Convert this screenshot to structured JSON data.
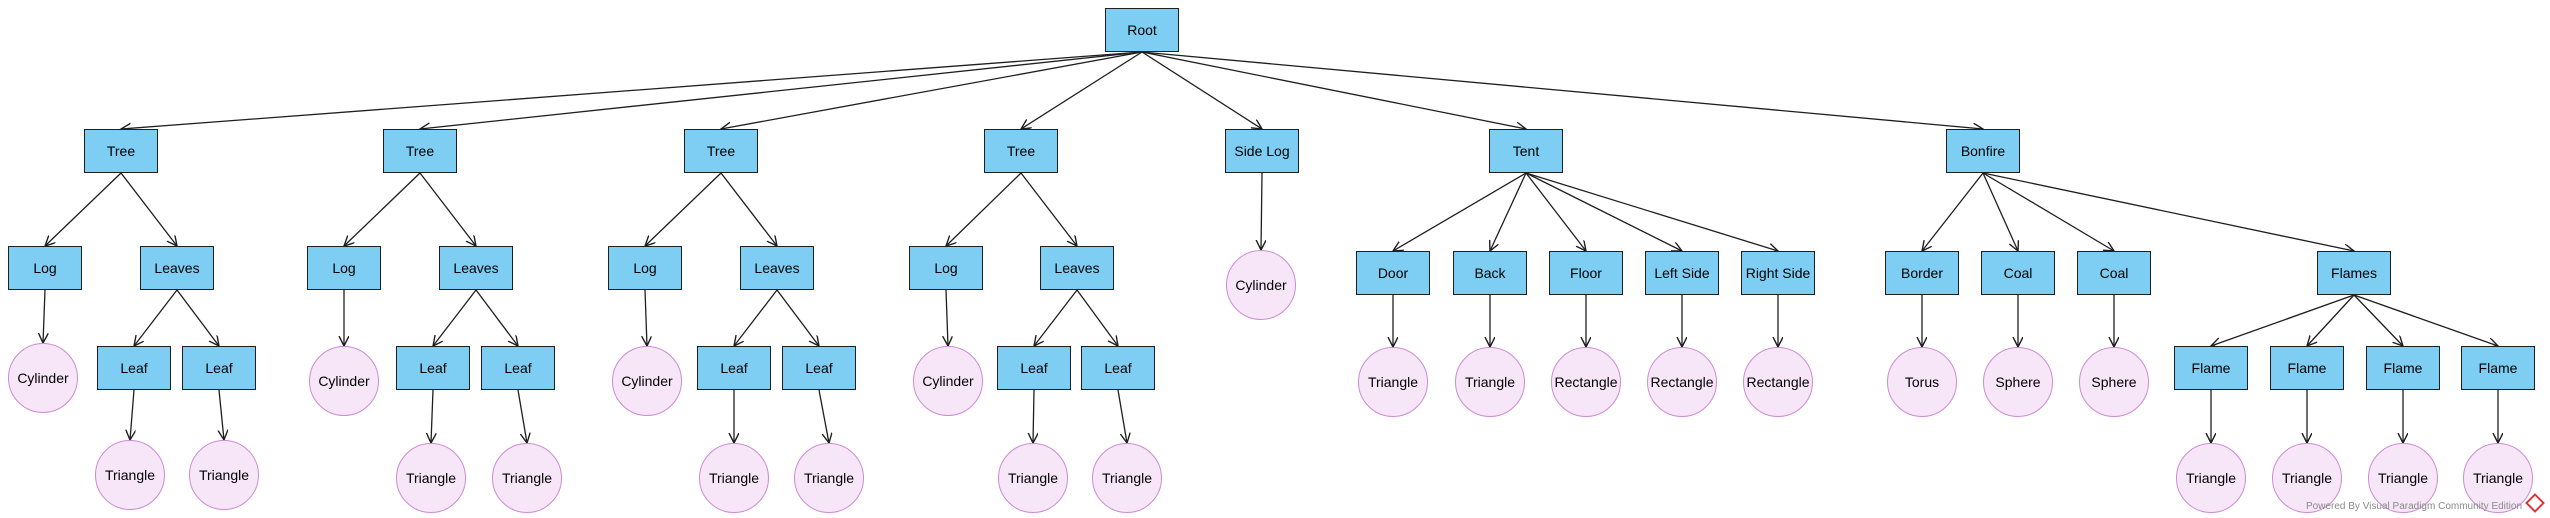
{
  "diagram": {
    "nodes": {
      "root": {
        "label": "Root",
        "shape": "rect"
      },
      "tree1": {
        "label": "Tree",
        "shape": "rect"
      },
      "tree2": {
        "label": "Tree",
        "shape": "rect"
      },
      "tree3": {
        "label": "Tree",
        "shape": "rect"
      },
      "tree4": {
        "label": "Tree",
        "shape": "rect"
      },
      "sidelog": {
        "label": "Side Log",
        "shape": "rect"
      },
      "tent": {
        "label": "Tent",
        "shape": "rect"
      },
      "bonfire": {
        "label": "Bonfire",
        "shape": "rect"
      },
      "t1_log": {
        "label": "Log",
        "shape": "rect"
      },
      "t1_leaves": {
        "label": "Leaves",
        "shape": "rect"
      },
      "t1_cyl": {
        "label": "Cylinder",
        "shape": "circle"
      },
      "t1_leaf1": {
        "label": "Leaf",
        "shape": "rect"
      },
      "t1_leaf2": {
        "label": "Leaf",
        "shape": "rect"
      },
      "t1_tri1": {
        "label": "Triangle",
        "shape": "circle"
      },
      "t1_tri2": {
        "label": "Triangle",
        "shape": "circle"
      },
      "t2_log": {
        "label": "Log",
        "shape": "rect"
      },
      "t2_leaves": {
        "label": "Leaves",
        "shape": "rect"
      },
      "t2_cyl": {
        "label": "Cylinder",
        "shape": "circle"
      },
      "t2_leaf1": {
        "label": "Leaf",
        "shape": "rect"
      },
      "t2_leaf2": {
        "label": "Leaf",
        "shape": "rect"
      },
      "t2_tri1": {
        "label": "Triangle",
        "shape": "circle"
      },
      "t2_tri2": {
        "label": "Triangle",
        "shape": "circle"
      },
      "t3_log": {
        "label": "Log",
        "shape": "rect"
      },
      "t3_leaves": {
        "label": "Leaves",
        "shape": "rect"
      },
      "t3_cyl": {
        "label": "Cylinder",
        "shape": "circle"
      },
      "t3_leaf1": {
        "label": "Leaf",
        "shape": "rect"
      },
      "t3_leaf2": {
        "label": "Leaf",
        "shape": "rect"
      },
      "t3_tri1": {
        "label": "Triangle",
        "shape": "circle"
      },
      "t3_tri2": {
        "label": "Triangle",
        "shape": "circle"
      },
      "t4_log": {
        "label": "Log",
        "shape": "rect"
      },
      "t4_leaves": {
        "label": "Leaves",
        "shape": "rect"
      },
      "t4_cyl": {
        "label": "Cylinder",
        "shape": "circle"
      },
      "t4_leaf1": {
        "label": "Leaf",
        "shape": "rect"
      },
      "t4_leaf2": {
        "label": "Leaf",
        "shape": "rect"
      },
      "t4_tri1": {
        "label": "Triangle",
        "shape": "circle"
      },
      "t4_tri2": {
        "label": "Triangle",
        "shape": "circle"
      },
      "sl_cyl": {
        "label": "Cylinder",
        "shape": "circle"
      },
      "door": {
        "label": "Door",
        "shape": "rect"
      },
      "back": {
        "label": "Back",
        "shape": "rect"
      },
      "floor": {
        "label": "Floor",
        "shape": "rect"
      },
      "leftside": {
        "label": "Left Side",
        "shape": "rect"
      },
      "rightside": {
        "label": "Right Side",
        "shape": "rect"
      },
      "door_tri": {
        "label": "Triangle",
        "shape": "circle"
      },
      "back_tri": {
        "label": "Triangle",
        "shape": "circle"
      },
      "floor_rect": {
        "label": "Rectangle",
        "shape": "circle"
      },
      "left_rect": {
        "label": "Rectangle",
        "shape": "circle"
      },
      "right_rect": {
        "label": "Rectangle",
        "shape": "circle"
      },
      "border": {
        "label": "Border",
        "shape": "rect"
      },
      "coal1": {
        "label": "Coal",
        "shape": "rect"
      },
      "coal2": {
        "label": "Coal",
        "shape": "rect"
      },
      "flames": {
        "label": "Flames",
        "shape": "rect"
      },
      "border_torus": {
        "label": "Torus",
        "shape": "circle"
      },
      "coal1_sph": {
        "label": "Sphere",
        "shape": "circle"
      },
      "coal2_sph": {
        "label": "Sphere",
        "shape": "circle"
      },
      "flame1": {
        "label": "Flame",
        "shape": "rect"
      },
      "flame2": {
        "label": "Flame",
        "shape": "rect"
      },
      "flame3": {
        "label": "Flame",
        "shape": "rect"
      },
      "flame4": {
        "label": "Flame",
        "shape": "rect"
      },
      "flame1_tri": {
        "label": "Triangle",
        "shape": "circle"
      },
      "flame2_tri": {
        "label": "Triangle",
        "shape": "circle"
      },
      "flame3_tri": {
        "label": "Triangle",
        "shape": "circle"
      },
      "flame4_tri": {
        "label": "Triangle",
        "shape": "circle"
      }
    },
    "edges": [
      [
        "root",
        "tree1"
      ],
      [
        "root",
        "tree2"
      ],
      [
        "root",
        "tree3"
      ],
      [
        "root",
        "tree4"
      ],
      [
        "root",
        "sidelog"
      ],
      [
        "root",
        "tent"
      ],
      [
        "root",
        "bonfire"
      ],
      [
        "tree1",
        "t1_log"
      ],
      [
        "tree1",
        "t1_leaves"
      ],
      [
        "t1_log",
        "t1_cyl"
      ],
      [
        "t1_leaves",
        "t1_leaf1"
      ],
      [
        "t1_leaves",
        "t1_leaf2"
      ],
      [
        "t1_leaf1",
        "t1_tri1"
      ],
      [
        "t1_leaf2",
        "t1_tri2"
      ],
      [
        "tree2",
        "t2_log"
      ],
      [
        "tree2",
        "t2_leaves"
      ],
      [
        "t2_log",
        "t2_cyl"
      ],
      [
        "t2_leaves",
        "t2_leaf1"
      ],
      [
        "t2_leaves",
        "t2_leaf2"
      ],
      [
        "t2_leaf1",
        "t2_tri1"
      ],
      [
        "t2_leaf2",
        "t2_tri2"
      ],
      [
        "tree3",
        "t3_log"
      ],
      [
        "tree3",
        "t3_leaves"
      ],
      [
        "t3_log",
        "t3_cyl"
      ],
      [
        "t3_leaves",
        "t3_leaf1"
      ],
      [
        "t3_leaves",
        "t3_leaf2"
      ],
      [
        "t3_leaf1",
        "t3_tri1"
      ],
      [
        "t3_leaf2",
        "t3_tri2"
      ],
      [
        "tree4",
        "t4_log"
      ],
      [
        "tree4",
        "t4_leaves"
      ],
      [
        "t4_log",
        "t4_cyl"
      ],
      [
        "t4_leaves",
        "t4_leaf1"
      ],
      [
        "t4_leaves",
        "t4_leaf2"
      ],
      [
        "t4_leaf1",
        "t4_tri1"
      ],
      [
        "t4_leaf2",
        "t4_tri2"
      ],
      [
        "sidelog",
        "sl_cyl"
      ],
      [
        "tent",
        "door"
      ],
      [
        "tent",
        "back"
      ],
      [
        "tent",
        "floor"
      ],
      [
        "tent",
        "leftside"
      ],
      [
        "tent",
        "rightside"
      ],
      [
        "door",
        "door_tri"
      ],
      [
        "back",
        "back_tri"
      ],
      [
        "floor",
        "floor_rect"
      ],
      [
        "leftside",
        "left_rect"
      ],
      [
        "rightside",
        "right_rect"
      ],
      [
        "bonfire",
        "border"
      ],
      [
        "bonfire",
        "coal1"
      ],
      [
        "bonfire",
        "coal2"
      ],
      [
        "bonfire",
        "flames"
      ],
      [
        "border",
        "border_torus"
      ],
      [
        "coal1",
        "coal1_sph"
      ],
      [
        "coal2",
        "coal2_sph"
      ],
      [
        "flames",
        "flame1"
      ],
      [
        "flames",
        "flame2"
      ],
      [
        "flames",
        "flame3"
      ],
      [
        "flames",
        "flame4"
      ],
      [
        "flame1",
        "flame1_tri"
      ],
      [
        "flame2",
        "flame2_tri"
      ],
      [
        "flame3",
        "flame3_tri"
      ],
      [
        "flame4",
        "flame4_tri"
      ]
    ],
    "colors": {
      "rect_fill": "#7ecef4",
      "rect_border": "#1f1f1f",
      "circle_fill": "#f7e6f8",
      "circle_border": "#cc8bd6",
      "edge": "#1f1f1f"
    }
  },
  "watermark": {
    "text": "Powered By Visual Paradigm Community Edition",
    "icon": "visual-paradigm-logo-icon"
  }
}
